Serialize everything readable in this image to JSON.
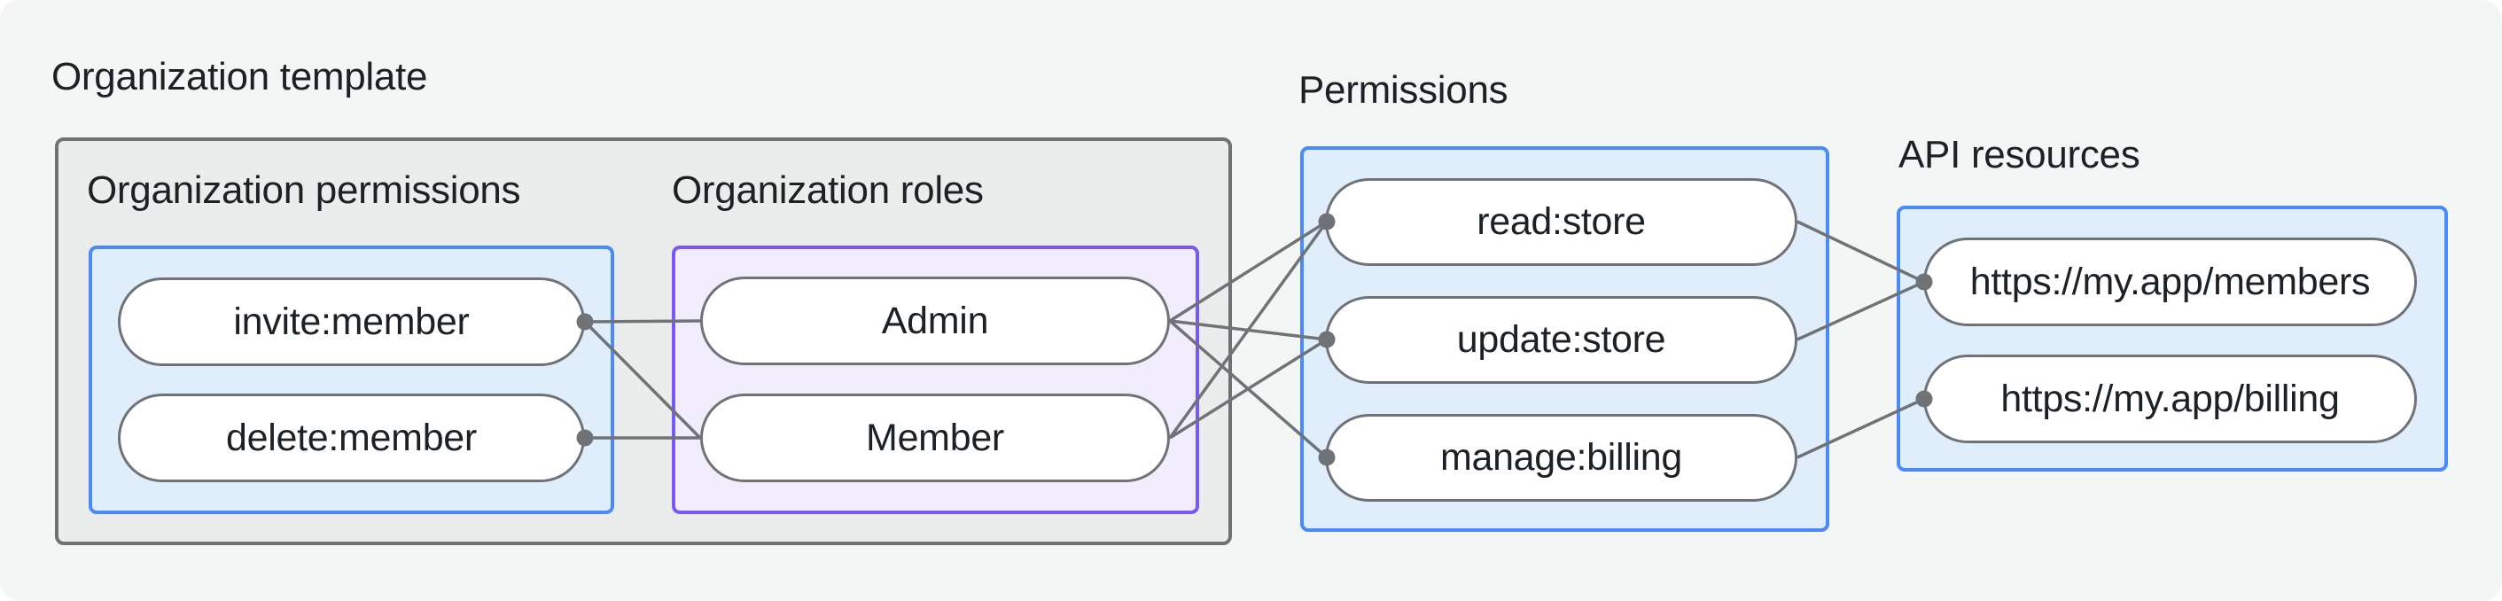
{
  "colors": {
    "background": "#f4f6f6",
    "outer_box_fill": "#ebecec",
    "outer_box_border": "#6e7275",
    "blue_box_fill": "#e0edfb",
    "blue_box_border": "#4b8bf7",
    "purple_box_fill": "#f2edfc",
    "purple_box_border": "#7a58f6",
    "pill_fill": "#ffffff",
    "pill_border": "#6f7377",
    "connector": "#6f7377",
    "text": "#1c2126"
  },
  "org_template": {
    "title": "Organization template",
    "org_permissions": {
      "label": "Organization permissions",
      "items": [
        {
          "id": "invite",
          "label": "invite:member"
        },
        {
          "id": "delete",
          "label": "delete:member"
        }
      ]
    },
    "org_roles": {
      "label": "Organization roles",
      "items": [
        {
          "id": "admin",
          "label": "Admin"
        },
        {
          "id": "member",
          "label": "Member"
        }
      ]
    }
  },
  "permissions": {
    "title": "Permissions",
    "items": [
      {
        "id": "read",
        "label": "read:store"
      },
      {
        "id": "update",
        "label": "update:store"
      },
      {
        "id": "manage",
        "label": "manage:billing"
      }
    ]
  },
  "api_resources": {
    "title": "API resources",
    "items": [
      {
        "id": "members",
        "label": "https://my.app/members"
      },
      {
        "id": "billing",
        "label": "https://my.app/billing"
      }
    ]
  },
  "edges": [
    {
      "from": "invite",
      "to": "admin"
    },
    {
      "from": "invite",
      "to": "member"
    },
    {
      "from": "delete",
      "to": "member"
    },
    {
      "from": "admin",
      "to": "read"
    },
    {
      "from": "admin",
      "to": "update"
    },
    {
      "from": "admin",
      "to": "manage"
    },
    {
      "from": "member",
      "to": "read"
    },
    {
      "from": "member",
      "to": "update"
    },
    {
      "from": "read",
      "to": "members"
    },
    {
      "from": "update",
      "to": "members"
    },
    {
      "from": "manage",
      "to": "billing"
    }
  ]
}
